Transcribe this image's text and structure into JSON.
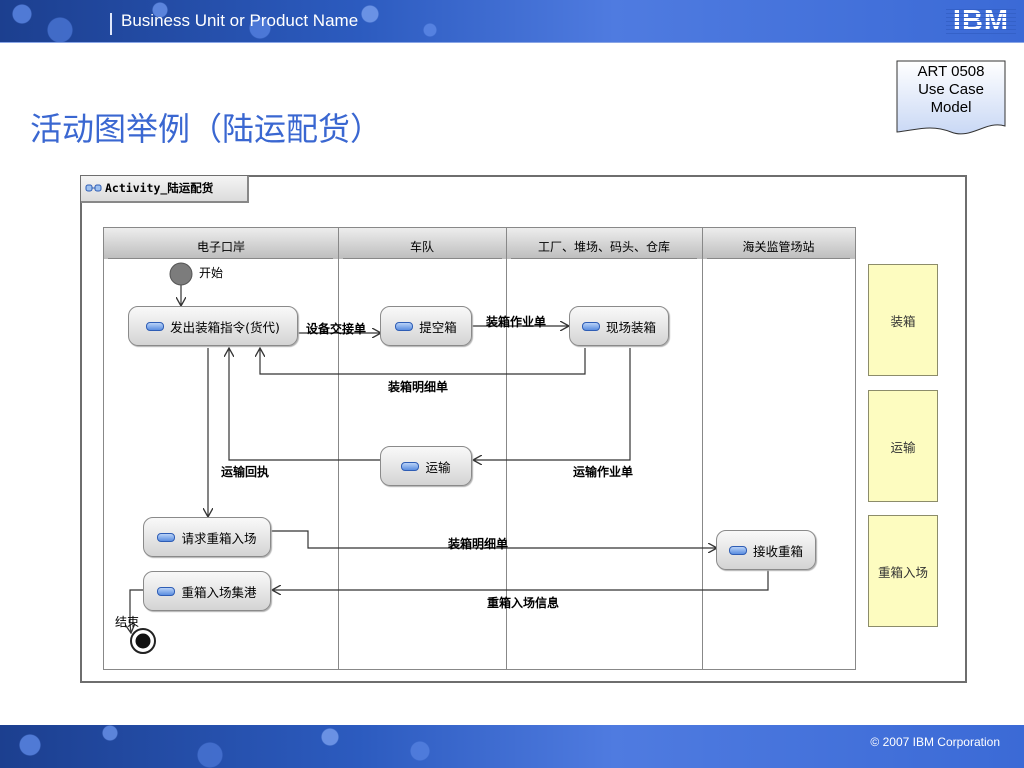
{
  "header": {
    "unit_name": "Business Unit or Product Name",
    "logo_text": "IBM"
  },
  "note": {
    "line1": "ART 0508",
    "line2": "Use Case",
    "line3": "Model"
  },
  "title": "活动图举例（陆运配货）",
  "diagram": {
    "tab_label": "Activity_陆运配货",
    "lanes": [
      "电子口岸",
      "车队",
      "工厂、堆场、码头、仓库",
      "海关监管场站"
    ],
    "start_label": "开始",
    "end_label": "结束",
    "nodes": {
      "issue_order": "发出装箱指令(货代)",
      "pickup_empty": "提空箱",
      "onsite_packing": "现场装箱",
      "transport": "运输",
      "request_entry": "请求重箱入场",
      "receive_container": "接收重箱",
      "port_collection": "重箱入场集港"
    },
    "edge_labels": {
      "equipment_handover": "设备交接单",
      "packing_order": "装箱作业单",
      "packing_list_1": "装箱明细单",
      "transport_receipt": "运输回执",
      "transport_order": "运输作业单",
      "packing_list_2": "装箱明细单",
      "entry_info": "重箱入场信息"
    },
    "side_notes": [
      "装箱",
      "运输",
      "重箱入场"
    ]
  },
  "footer": {
    "copyright": "© 2007 IBM Corporation"
  }
}
